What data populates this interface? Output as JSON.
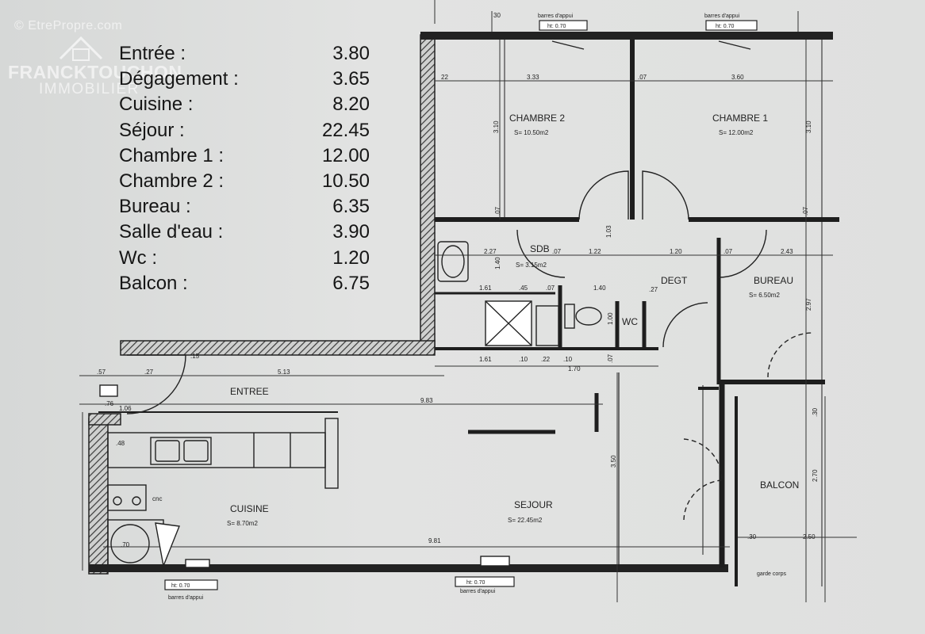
{
  "watermark": {
    "site": "© EtrePropre.com",
    "brand": "FRANCKTOUCHON",
    "sub": "IMMOBILIER"
  },
  "areas": [
    {
      "label": "Entrée :",
      "value": "3.80"
    },
    {
      "label": "Dégagement :",
      "value": "3.65"
    },
    {
      "label": "Cuisine :",
      "value": "8.20"
    },
    {
      "label": "Séjour :",
      "value": "22.45"
    },
    {
      "label": "Chambre 1 :",
      "value": "12.00"
    },
    {
      "label": "Chambre 2 :",
      "value": "10.50"
    },
    {
      "label": "Bureau :",
      "value": "6.35"
    },
    {
      "label": "Salle d'eau :",
      "value": "3.90"
    },
    {
      "label": "Wc :",
      "value": "1.20"
    },
    {
      "label": "Balcon :",
      "value": "6.75"
    }
  ],
  "rooms": {
    "chambre2": {
      "name": "CHAMBRE 2",
      "area": "S= 10.50m2"
    },
    "chambre1": {
      "name": "CHAMBRE 1",
      "area": "S= 12.00m2"
    },
    "sdb": {
      "name": "SDB",
      "area": "S= 3.15m2"
    },
    "degt": {
      "name": "DEGT"
    },
    "bureau": {
      "name": "BUREAU",
      "area": "S= 6.50m2"
    },
    "wc": {
      "name": "WC"
    },
    "entree": {
      "name": "ENTREE"
    },
    "cuisine": {
      "name": "CUISINE",
      "area": "S= 8.70m2"
    },
    "sejour": {
      "name": "SEJOUR",
      "area": "S= 22.45m2"
    },
    "balcon": {
      "name": "BALCON"
    }
  },
  "windows": {
    "top_left": {
      "size": "ht: 0.70",
      "note": "barres d'appui"
    },
    "top_right": {
      "size": "ht: 0.70",
      "note": "barres d'appui"
    },
    "bottom_left": {
      "size": "ht: 0.70",
      "note": "barres d'appui"
    },
    "bottom_mid": {
      "size": "ht: 0.70",
      "note": "barres d'appui"
    },
    "garde_corps": "garde corps"
  },
  "dimensions": {
    "top_a": "22",
    "top_b": "3.33",
    "top_c": ".07",
    "top_d": "3.60",
    "v_ch2": "3.10",
    "v_ch1": "3.10",
    "d_07a": ".07",
    "d_07b": ".07",
    "d_103": "1.03",
    "sdb_227": "2.27",
    "sdb_07": ".07",
    "sdb_122": "1.22",
    "d_120": "1.20",
    "d_07c": ".07",
    "d_243": "2.43",
    "v_140": "1.40",
    "d_161": "1.61",
    "d_45": ".45",
    "d_07d": ".07",
    "d_140": "1.40",
    "d_27": ".27",
    "v_100": "1.00",
    "bur_297": "2.97",
    "d_161b": "1.61",
    "d_10a": ".10",
    "d_22": ".22",
    "d_10b": ".10",
    "d_170": "1.70",
    "v_07": ".07",
    "ent_57": ".57",
    "ent_27": ".27",
    "ent_513": "5.13",
    "ent_76": ".76",
    "ent_106": "1.06",
    "ent_983": "9.83",
    "v_350": "3.50",
    "bal_30": ".30",
    "bal_270": "2.70",
    "cu_48": ".48",
    "bot_981": "9.81",
    "bal_30b": ".30",
    "bal_250": "2.50",
    "mark_30": "30",
    "mark_15": ".15",
    "mark_70": ".70",
    "cnc": "cnc"
  }
}
